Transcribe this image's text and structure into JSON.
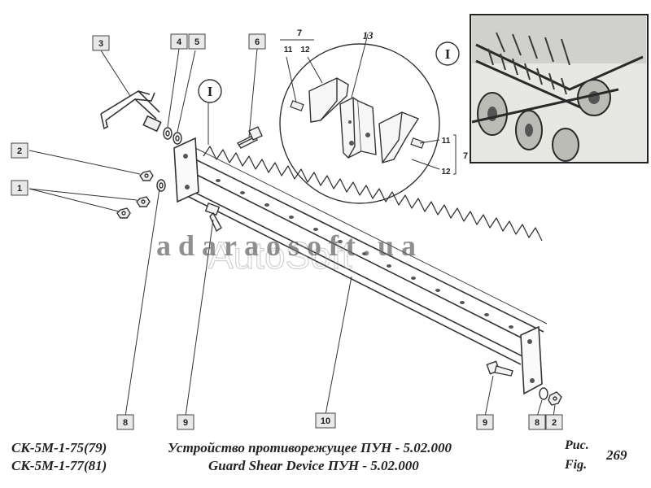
{
  "figure": {
    "watermark": "adaraosoft.ua",
    "watermark_ghost": "AutoSoft",
    "detail_view_label": "I"
  },
  "callouts": [
    {
      "id": "c1",
      "label": "1"
    },
    {
      "id": "c2",
      "label": "2"
    },
    {
      "id": "c3",
      "label": "3"
    },
    {
      "id": "c4",
      "label": "4"
    },
    {
      "id": "c5",
      "label": "5"
    },
    {
      "id": "c6",
      "label": "6"
    },
    {
      "id": "c7a",
      "label": "7"
    },
    {
      "id": "c11a",
      "label": "11"
    },
    {
      "id": "c12a",
      "label": "12"
    },
    {
      "id": "c13",
      "label": "13"
    },
    {
      "id": "c11b",
      "label": "11"
    },
    {
      "id": "c12b",
      "label": "12"
    },
    {
      "id": "c7b",
      "label": "7"
    },
    {
      "id": "c8a",
      "label": "8"
    },
    {
      "id": "c9a",
      "label": "9"
    },
    {
      "id": "c10",
      "label": "10"
    },
    {
      "id": "c9b",
      "label": "9"
    },
    {
      "id": "c8b",
      "label": "8"
    },
    {
      "id": "c2b",
      "label": "2"
    },
    {
      "id": "cI1",
      "label": "I"
    },
    {
      "id": "cI2",
      "label": "I"
    }
  ],
  "footer": {
    "model_line_1": "СК-5М-1-75(79)",
    "model_line_2": "СК-5М-1-77(81)",
    "title_ru": "Устройство противорежущее ПУН - 5.02.000",
    "title_en": "Guard Shear Device  ПУН - 5.02.000",
    "fig_label_ru": "Рис.",
    "fig_label_en": "Fig.",
    "fig_number": "269"
  }
}
